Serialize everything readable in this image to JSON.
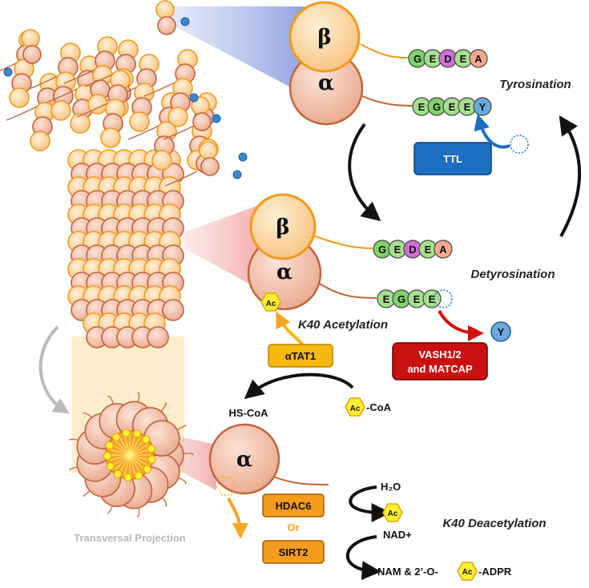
{
  "subunits": {
    "beta": "β",
    "alpha": "α"
  },
  "top_complex": {
    "beta_tail": [
      "G",
      "E",
      "D",
      "E",
      "A"
    ],
    "alpha_tail": [
      "E",
      "G",
      "E",
      "E",
      "Y"
    ]
  },
  "mid_complex": {
    "beta_tail": [
      "G",
      "E",
      "D",
      "E",
      "A"
    ],
    "alpha_tail": [
      "E",
      "G",
      "E",
      "E"
    ]
  },
  "labels": {
    "tyrosination": "Tyrosination",
    "detyrosination": "Detyrosination",
    "k40_acetylation": "K40 Acetylation",
    "k40_deacetylation": "K40 Deacetylation",
    "transversal_projection": "Transversal Projection",
    "hs_coa": "HS-CoA",
    "coa_suffix": "-CoA",
    "h2o": "H₂O",
    "nad": "NAD+",
    "nam_prefix": "NAM & 2’-O-",
    "adpr_suffix": "-ADPR",
    "or": "Or",
    "y_released": "Y",
    "ac": "Ac"
  },
  "enzymes": {
    "ttl": "TTL",
    "vash_line1": "VASH1/2",
    "vash_line2": "and MATCAP",
    "atat1": "αTAT1",
    "hdac6": "HDAC6",
    "sirt2": "SIRT2"
  },
  "colors": {
    "alpha_fill": "#f2c2ae",
    "alpha_stroke": "#c0653e",
    "beta_fill": "#fcd9a8",
    "beta_stroke": "#f29a1c",
    "res_G": "#7fd36a",
    "res_E": "#a6e08f",
    "res_D": "#cf6fd3",
    "res_A": "#f7a98f",
    "res_Y": "#6aa8de",
    "ttl": "#1c6ec0",
    "vash": "#c81010",
    "enzyme_orange": "#f79b1d",
    "enzyme_yellow": "#f5b80f",
    "acetyl_yellow": "#fff034"
  }
}
